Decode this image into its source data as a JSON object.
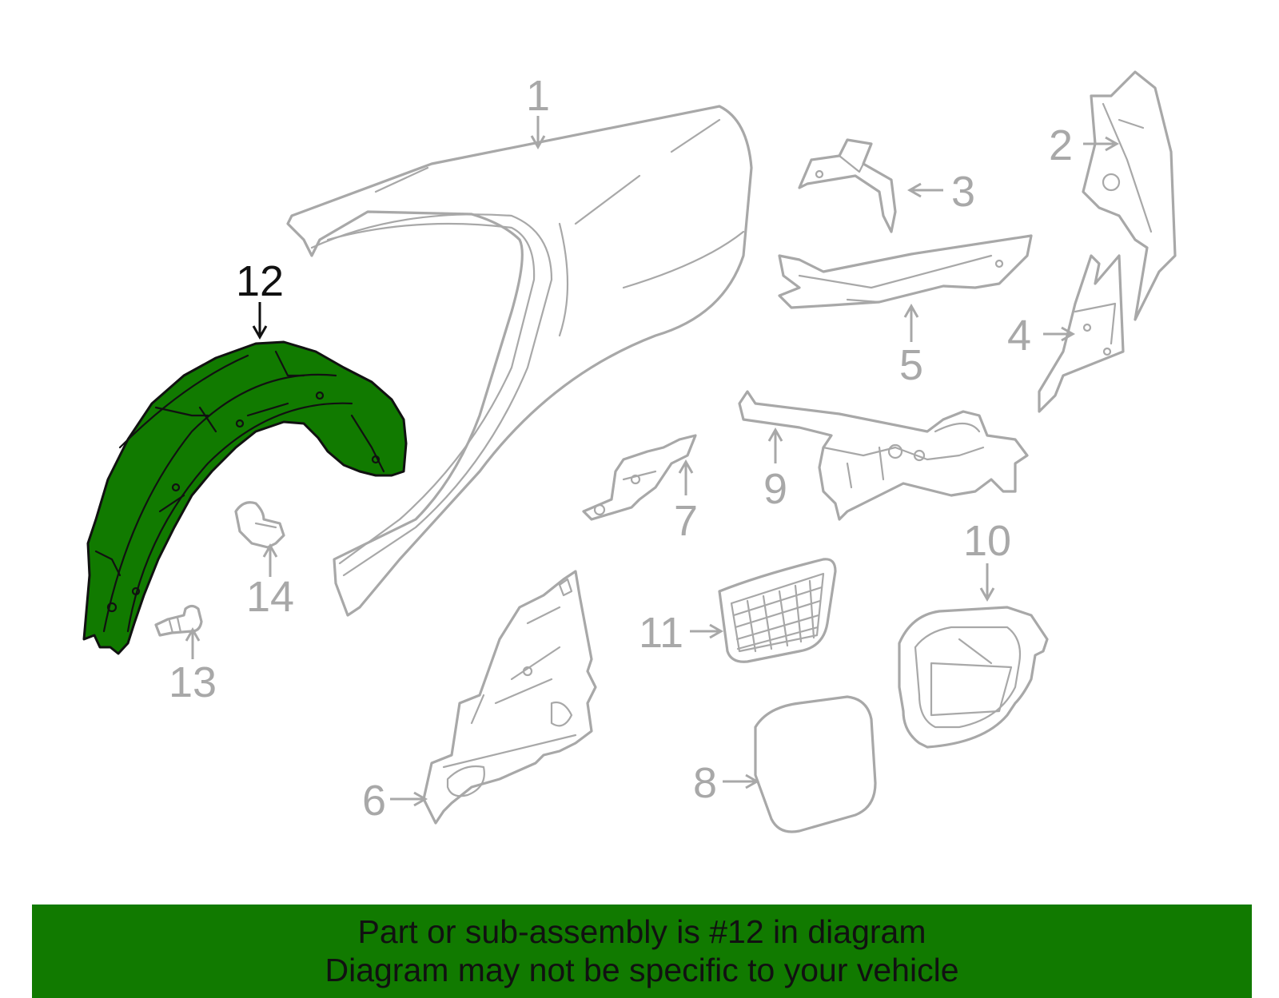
{
  "diagram": {
    "highlighted_part": "12",
    "callouts": {
      "c1": "1",
      "c2": "2",
      "c3": "3",
      "c4": "4",
      "c5": "5",
      "c6": "6",
      "c7": "7",
      "c8": "8",
      "c9": "9",
      "c10": "10",
      "c11": "11",
      "c12": "12",
      "c13": "13",
      "c14": "14"
    }
  },
  "banner": {
    "line1": "Part or sub-assembly is #12 in diagram",
    "line2": "Diagram may not be specific to your vehicle"
  },
  "colors": {
    "highlight_fill": "#117a00",
    "banner_background": "#117a00",
    "part_outline": "#a8a8a8",
    "highlight_outline": "#111111"
  }
}
